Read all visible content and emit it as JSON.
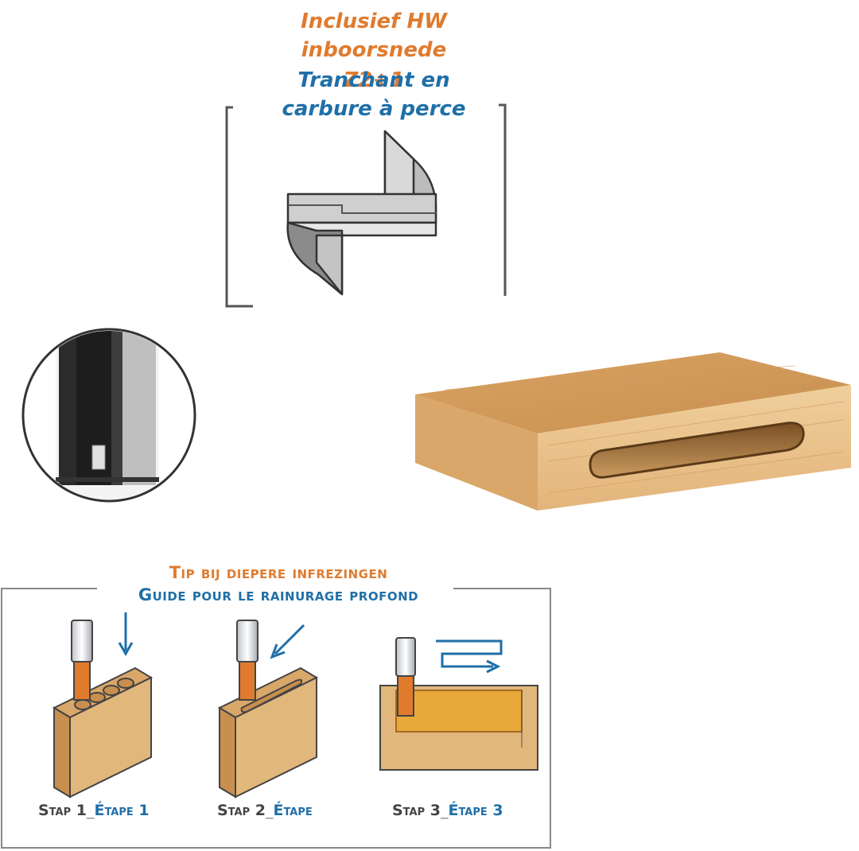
{
  "header": {
    "line1": "Inclusief HW",
    "line2": "inboorsnede Z2+1",
    "line3": "Tranchant en",
    "line4": "carbure à perce"
  },
  "guide": {
    "title_nl": "Tip bij diepere infrezingen",
    "title_fr": "Guide pour le rainurage profond",
    "steps": [
      {
        "nl": "Stap 1",
        "fr": "Étape 1"
      },
      {
        "nl": "Stap 2",
        "fr": "Étape"
      },
      {
        "nl": "Stap 3",
        "fr": "Étape 3"
      }
    ]
  },
  "colors": {
    "orange": "#e07b2e",
    "blue": "#1f6fa8",
    "wood_light": "#e2b77c",
    "wood_dark": "#c98f4e"
  }
}
